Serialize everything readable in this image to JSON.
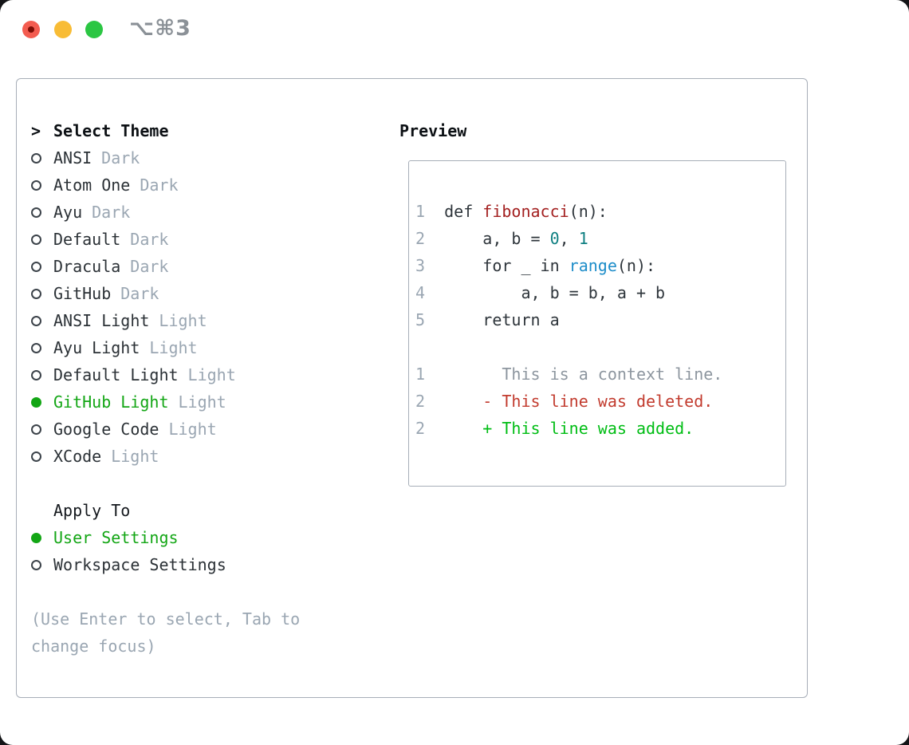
{
  "window": {
    "title": "⌥⌘3"
  },
  "traffic_lights": {
    "close_color": "#f35c50",
    "close_dot_color": "#7e0d05",
    "minimize_color": "#f8bc35",
    "zoom_color": "#2bc643"
  },
  "theme_selector": {
    "header_marker": ">",
    "header": "Select Theme",
    "themes": [
      {
        "name": "ANSI",
        "tag": "Dark",
        "selected": false
      },
      {
        "name": "Atom One",
        "tag": "Dark",
        "selected": false
      },
      {
        "name": "Ayu",
        "tag": "Dark",
        "selected": false
      },
      {
        "name": "Default",
        "tag": "Dark",
        "selected": false
      },
      {
        "name": "Dracula",
        "tag": "Dark",
        "selected": false
      },
      {
        "name": "GitHub",
        "tag": "Dark",
        "selected": false
      },
      {
        "name": "ANSI Light",
        "tag": "Light",
        "selected": false
      },
      {
        "name": "Ayu Light",
        "tag": "Light",
        "selected": false
      },
      {
        "name": "Default Light",
        "tag": "Light",
        "selected": false
      },
      {
        "name": "GitHub Light",
        "tag": "Light",
        "selected": true
      },
      {
        "name": "Google Code",
        "tag": "Light",
        "selected": false
      },
      {
        "name": "XCode",
        "tag": "Light",
        "selected": false
      }
    ],
    "apply_to": {
      "header": "Apply To",
      "options": [
        {
          "name": "User Settings",
          "selected": true
        },
        {
          "name": "Workspace Settings",
          "selected": false
        }
      ]
    },
    "help_lines": [
      "(Use Enter to select, Tab to",
      "change focus)"
    ]
  },
  "preview": {
    "header": "Preview",
    "code_lines": [
      {
        "tokens": [
          {
            "t": "1  ",
            "c": "ln"
          },
          {
            "t": "def ",
            "c": "code"
          },
          {
            "t": "fibonacci",
            "c": "func"
          },
          {
            "t": "(n):",
            "c": "code"
          }
        ]
      },
      {
        "tokens": [
          {
            "t": "2  ",
            "c": "ln"
          },
          {
            "t": "    a, b = ",
            "c": "code"
          },
          {
            "t": "0",
            "c": "num"
          },
          {
            "t": ", ",
            "c": "code"
          },
          {
            "t": "1",
            "c": "num"
          }
        ]
      },
      {
        "tokens": [
          {
            "t": "3  ",
            "c": "ln"
          },
          {
            "t": "    for _ in ",
            "c": "code"
          },
          {
            "t": "range",
            "c": "blue"
          },
          {
            "t": "(n):",
            "c": "code"
          }
        ]
      },
      {
        "tokens": [
          {
            "t": "4  ",
            "c": "ln"
          },
          {
            "t": "        a, b = b, a + b",
            "c": "code"
          }
        ]
      },
      {
        "tokens": [
          {
            "t": "5  ",
            "c": "ln"
          },
          {
            "t": "    return a",
            "c": "code"
          }
        ]
      },
      {
        "tokens": []
      },
      {
        "tokens": [
          {
            "t": "1  ",
            "c": "ln"
          },
          {
            "t": "      This is a context line.",
            "c": "context"
          }
        ]
      },
      {
        "tokens": [
          {
            "t": "2  ",
            "c": "ln"
          },
          {
            "t": "    - This line was deleted.",
            "c": "del"
          }
        ]
      },
      {
        "tokens": [
          {
            "t": "2  ",
            "c": "ln"
          },
          {
            "t": "    + This line was added.",
            "c": "add"
          }
        ]
      }
    ]
  },
  "colors": {
    "selection_green": "#13a615",
    "added_green": "#00bd14",
    "deleted_red": "#c23b2e",
    "function_red": "#a32020",
    "number_teal": "#0e7f81",
    "builtin_blue": "#1d8dc9",
    "muted_gray": "#9aa6b2",
    "context_gray": "#8d969f",
    "text_dark": "#2b3136",
    "border_gray": "#a7aeb8",
    "title_gray": "#8b9197"
  }
}
